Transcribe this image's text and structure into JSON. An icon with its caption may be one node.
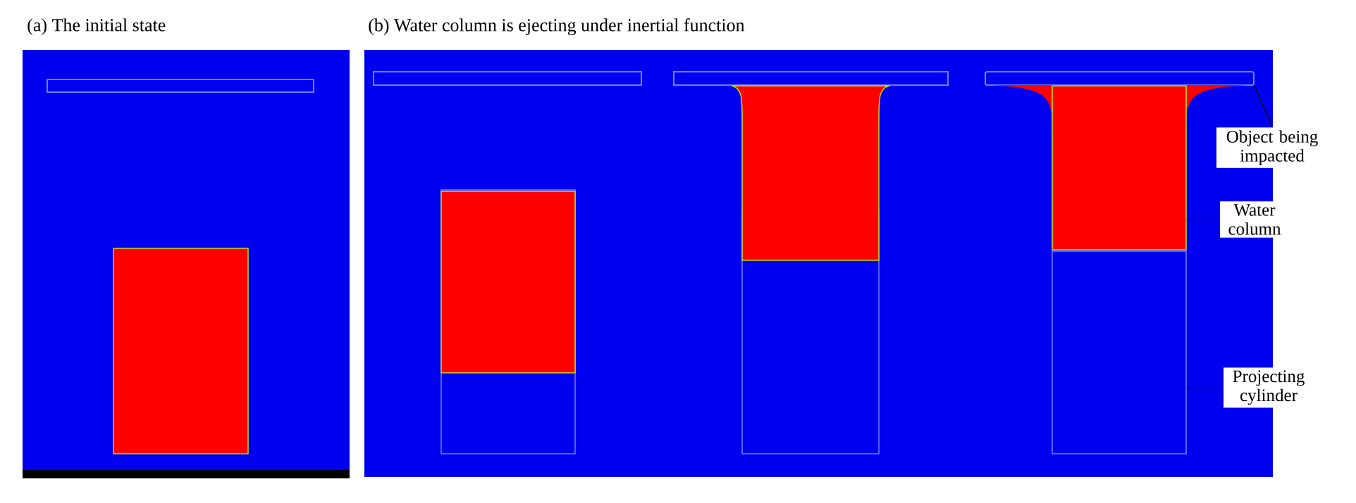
{
  "diagram": {
    "nodes": [
      {
        "text": [],
        "shape": "bar"
      },
      {
        "text": [],
        "shape": "box"
      },
      {
        "text": [],
        "shape": "box"
      },
      {
        "text": [
          "Object being impacted"
        ]
      },
      {
        "text": [
          "Water column"
        ]
      },
      {
        "text": [
          "Projecting cylinder"
        ]
      }
    ],
    "edges": [
      {
        "from": 3,
        "to": 0,
        "arrow": "none"
      },
      {
        "from": 4,
        "to": 1,
        "arrow": "none"
      },
      {
        "from": 5,
        "to": 2,
        "arrow": "none"
      }
    ],
    "labels": [
      "(a) The initial state",
      "(b) Water column is ejecting under inertial function"
    ]
  }
}
